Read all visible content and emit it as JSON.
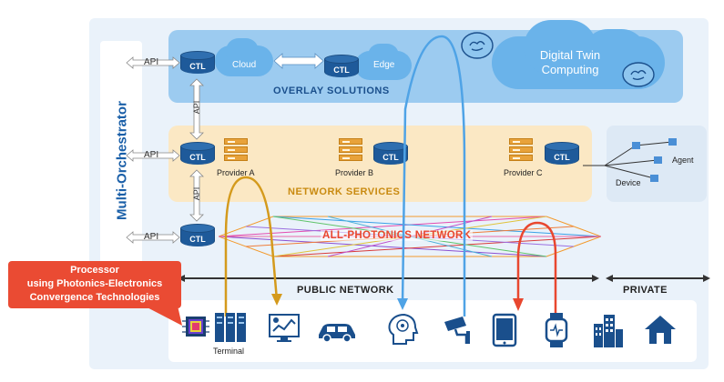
{
  "orchestrator": {
    "label": "Multi-Orchestrator"
  },
  "api_labels": {
    "left_top": "API",
    "left_mid": "API",
    "left_bot": "API",
    "vert_top": "API",
    "vert_bot": "API"
  },
  "overlay": {
    "title": "OVERLAY SOLUTIONS",
    "ctl_cloud": "CTL",
    "cloud_label": "Cloud",
    "ctl_edge": "CTL",
    "edge_label": "Edge"
  },
  "digital_twin": {
    "line1": "Digital Twin",
    "line2": "Computing"
  },
  "network_services": {
    "title": "NETWORK SERVICES",
    "ctl_main": "CTL",
    "provider_a": "Provider A",
    "provider_b": "Provider B",
    "ctl_b": "CTL",
    "provider_c": "Provider C",
    "ctl_c": "CTL"
  },
  "device_panel": {
    "device": "Device",
    "agent": "Agent"
  },
  "apn": {
    "title": "ALL-PHOTONICS NETWORK",
    "ctl": "CTL"
  },
  "bottom_bar": {
    "public": "PUBLIC NETWORK",
    "private": "PRIVATE"
  },
  "callout": {
    "line1": "Processor",
    "line2": "using Photonics-Electronics",
    "line3": "Convergence Technologies"
  },
  "terminal": {
    "label": "Terminal"
  },
  "colors": {
    "light_panel": "#e7f0f9",
    "overlay_bg": "#9ccbf0",
    "services_bg": "#fbe8c4",
    "accent_blue": "#1a5fa8",
    "apn_red": "#e8472f",
    "callout_red": "#ea4b33",
    "gold": "#d49a1c",
    "arc_blue": "#4fa3e6"
  },
  "icons": [
    "chip-icon",
    "server-icon",
    "monitor-chart-icon",
    "car-icon",
    "ai-head-icon",
    "camera-icon",
    "smartphone-icon",
    "smartwatch-icon",
    "building-icon",
    "house-icon",
    "brain-cloud-icon"
  ]
}
